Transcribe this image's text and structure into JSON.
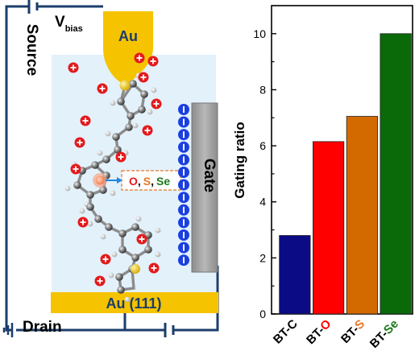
{
  "schematic": {
    "source_label": "Source",
    "vbias_label": "V",
    "vbias_sub": "bias",
    "tip_label": "Au",
    "gate_label": "Gate",
    "substrate_label": "Au (111)",
    "drain_label": "Drain",
    "atom_O": "O",
    "atom_S": "S",
    "atom_Se": "Se",
    "separator": ",",
    "colors": {
      "gold": "#F5C300",
      "electrolyte": "#E3F1FB",
      "wire": "#1B3D6B",
      "gate": "#9E9E9E",
      "anion": "#1B3FE0",
      "cation": "#E41A1C",
      "O": "#E41A1C",
      "S": "#E87722",
      "Se": "#1A7A1A"
    }
  },
  "chart_data": {
    "type": "bar",
    "categories": [
      {
        "prefix": "BT-",
        "suffix": "C"
      },
      {
        "prefix": "BT-",
        "suffix": "O"
      },
      {
        "prefix": "BT-",
        "suffix": "S"
      },
      {
        "prefix": "BT-",
        "suffix": "Se"
      }
    ],
    "values": [
      2.8,
      6.15,
      7.05,
      10.0
    ],
    "colors": [
      "#0B0B85",
      "#FF0000",
      "#D36A00",
      "#0A6A0A"
    ],
    "suffix_colors": [
      "#000000",
      "#FF0000",
      "#E87722",
      "#1A7A1A"
    ],
    "ylabel": "Gating ratio",
    "ylim": [
      0,
      11
    ],
    "yticks": [
      "0",
      "2",
      "4",
      "6",
      "8",
      "10"
    ],
    "ytick_values": [
      0,
      2,
      4,
      6,
      8,
      10
    ]
  }
}
